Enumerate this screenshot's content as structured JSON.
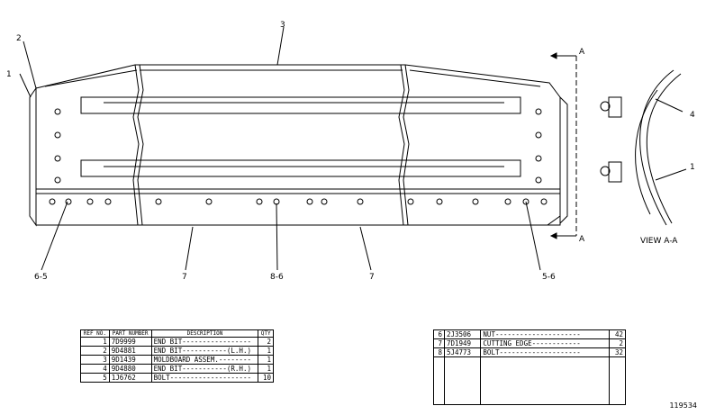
{
  "callouts": {
    "c1": "1",
    "c2": "2",
    "c3": "3",
    "c4": "4",
    "c1b": "1",
    "b_left": "6-5",
    "b_mid": "8-6",
    "b_right": "5-6",
    "e_left": "7",
    "e_right": "7",
    "sec_top": "A",
    "sec_bot": "A"
  },
  "view_title": "VIEW A-A",
  "table_left": {
    "headers": {
      "ref": "REF NO.",
      "part": "PART NUMBER",
      "desc": "DESCRIPTION",
      "qty": "QTY"
    },
    "rows": [
      {
        "ref": "1",
        "part": "7D9999",
        "desc": "END BIT-----------------",
        "qty": "2"
      },
      {
        "ref": "2",
        "part": "9D4881",
        "desc": "END BIT-----------(L.H.)",
        "qty": "1"
      },
      {
        "ref": "3",
        "part": "9D1439",
        "desc": "MOLDBOARD ASSEM.--------",
        "qty": "1"
      },
      {
        "ref": "4",
        "part": "9D4880",
        "desc": "END BIT-----------(R.H.)",
        "qty": "1"
      },
      {
        "ref": "5",
        "part": "1J6762",
        "desc": "BOLT--------------------",
        "qty": "10"
      }
    ]
  },
  "table_right": {
    "rows": [
      {
        "ref": "6",
        "part": "2J3506",
        "desc": "NUT---------------------",
        "qty": "42"
      },
      {
        "ref": "7",
        "part": "7D1949",
        "desc": "CUTTING EDGE------------",
        "qty": "2"
      },
      {
        "ref": "8",
        "part": "5J4773",
        "desc": "BOLT--------------------",
        "qty": "32"
      }
    ]
  },
  "drawing_code": "119534"
}
